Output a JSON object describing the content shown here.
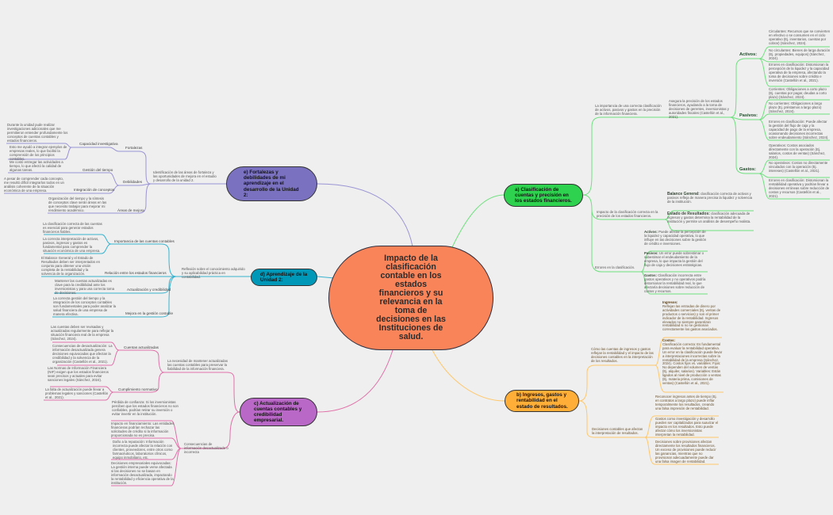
{
  "center": {
    "title": "Impacto de la clasificación contable en los estados financieros y su relevancia en la toma de decisiones en las Instituciones de salud."
  },
  "colors": {
    "center": "#f9845a",
    "a": "#2ed24f",
    "b": "#ffae37",
    "c": "#ba68c8",
    "d": "#0098b8",
    "e": "#7a72c0"
  },
  "a": {
    "title": "a) Clasificación de cuentas y precisión en los estados financieros.",
    "importancia": "La importancia de una correcta clasificación de activos, pasivos y gastos en la precisión de la información financiera.",
    "asegura": "Asegura la precisión de los estados financieros, ayudando a la toma de decisiones de gerentes, inversionistas y autoridades fiscales (Castellón et al., 2021).",
    "activos": {
      "label": "Activos:",
      "items": [
        "Circulantes: Recursos que se convierten en efectivo o se consumen en el ciclo operativo (Ej. inventarios, cuentas por cobrar) (Sánchez, 2024).",
        "No circulantes: Bienes de larga duración (Ej. propiedades, equipos) (Sánchez, 2024).",
        "Errores en clasificación: Distorsionan la percepción de la liquidez y la capacidad operativa de la empresa, afectando la toma de decisiones sobre crédito e inversión (Castellón et al., 2021)."
      ]
    },
    "pasivos": {
      "label": "Pasivos:",
      "items": [
        "Corrientes: Obligaciones a corto plazo (Ej. cuentas por pagar, deudas a corto plazo) (Sánchez, 2024).",
        "No corrientes: Obligaciones a largo plazo (Ej. préstamos a largo plazo) (Sánchez, 2024).",
        "Errores en clasificación: Puede afectar la gestión del flujo de caja y la capacidad de pago de la empresa, ocasionando decisiones incorrectas sobre endeudamiento (Sánchez, 2024)."
      ]
    },
    "gastos": {
      "label": "Gastos:",
      "items": [
        "Operativos: Costos asociados directamente con la operación (Ej. salarios, costos de ventas) (Sánchez, 2024).",
        "No operativos: Costos no directamente vinculados con la operación (Ej. intereses) (Castellón et al., 2021).",
        "Errores en clasificación: Distorsionan la rentabilidad operativa y podrían llevar a decisiones erróneas sobre reducción de costos y recursos (Castellón et al., 2021)."
      ]
    },
    "impacto": {
      "label": "Impacto de la clasificación correcta en la precisión de los estados financieros.",
      "items": [
        {
          "label": "Balance General:",
          "text": " clasificación correcta de activos y pasivos refleja de manera precisa la liquidez y solvencia de la institución."
        },
        {
          "label": "Estado de Resultados:",
          "text": " clasificación adecuada de ingresos y gastos determina la rentabilidad de la institución y permite un análisis de desempeño realista."
        }
      ]
    },
    "errores": {
      "label": "Errores en la clasificación.",
      "items": [
        {
          "label": "Activos:",
          "text": " Puede afectar la percepción de la liquidez y capacidad operativa, lo que influye en las decisiones sobre la gestión de crédito e inversiones."
        },
        {
          "label": "Pasivos:",
          "text": " Un error puede sobrestimar o subestimar el endeudamiento de la empresa, lo que impacta la gestión del flujo de caja y decisiones estratégicas."
        },
        {
          "label": "Gastos:",
          "text": " Clasificación incorrecta entre gastos operativos y no operativos podría distorsionar la rentabilidad real, lo que afectaría decisiones sobre reducción de costos y recursos."
        }
      ]
    }
  },
  "b": {
    "title": "b) Ingresos, gastos y rentabilidad en el estado de resultados.",
    "como": {
      "label": "Cómo las cuentas de ingresos y gastos reflejan la rentabilidad y el impacto de las decisiones contables en la interpretación de los resultados.",
      "ingresos": {
        "label": "Ingresos:",
        "text": "Reflejan las entradas de dinero por actividades comerciales (Ej. ventas de productos o servicios) y son el primer indicador de la rentabilidad. Ingresos elevados no siempre garantizan rentabilidad si no se gestionan correctamente los gastos asociados."
      },
      "costos": {
        "label": "Costos:",
        "text": "Clasificación correcta: Es fundamental para evaluar la rentabilidad operativa. Un error en la clasificación puede llevar a interpretaciones incorrectas sobre la rentabilidad de la empresa (Sánchez, 2024). Costos fijos vs. variables: Fijos: No dependen del volumen de ventas (Ej. alquiler, salarios). Variables: Están ligados al nivel de producción o ventas (Ej. materia prima, comisiones de ventas) (Castellón et al., 2021)."
      }
    },
    "decisiones": {
      "label": "Decisiones contables que afectan la interpretación de resultados.",
      "items": [
        "Reconocer ingresos antes de tiempo (Ej. en contratos a largo plazo) puede inflar temporalmente los resultados, creando una falsa impresión de rentabilidad.",
        "Gastos como investigación y desarrollo pueden ser capitalizados para suavizar el impacto en los resultados. Esto puede afectar cómo los inversionistas interpretan la rentabilidad.",
        "Decisiones sobre provisiones afectan directamente los resultados financieros. Un exceso de provisiones puede reducir las ganancias, mientras que no provisionar adecuadamente puede dar una falsa imagen de rentabilidad."
      ]
    }
  },
  "c": {
    "title": "c) Actualización de cuentas contables y credibilidad empresarial.",
    "necesidad": "La necesidad de mantener actualizadas las cuentas contables para preservar la fiabilidad de la información financiera.",
    "cuentas": {
      "label": "Cuentas actualizadas",
      "items": [
        "Las cuentas deben ser revisadas y actualizadas regularmente para reflejar la situación financiera real de la empresa (Sánchez, 2024).",
        "Consecuencias de desactualización: La información desactualizada genera decisiones equivocadas que afectan la credibilidad y la solvencia de la organización (Castellón et al., 2021)."
      ]
    },
    "cumplimiento": {
      "label": "Cumplimiento normativo",
      "items": [
        "Las Normas de Información Financiera (NIF) exigen que los estados financieros sean precisos y actuales para evitar sanciones legales (Sánchez, 2024).",
        "La falta de actualización puede llevar a problemas legales y sanciones (Castellón et al., 2021)."
      ]
    },
    "consecuencias": {
      "label": "Consecuencias de información desactualizada o incorrecta",
      "items": [
        "Pérdida de confianza: Si los inversionistas perciben que los estados financieros no son confiables, podrían retirar su inversión o evitar invertir en la institución.",
        "Impacto en financiamiento: Las entidades financieras podrían rechazar las solicitudes de crédito si la información proporcionada no es precisa.",
        "Daño a la reputación: Información incorrecta puede afectar la relación con clientes, proveedores, entre otros como farmacéuticos, laboratorios clínicos, equipo inmobiliario, etc.",
        "Decisiones empresariales equivocadas: La gestión interna puede verse afectada si las decisiones no se basan en información desactualizada, impactando la rentabilidad y eficiencia operativa de la institución."
      ]
    }
  },
  "d": {
    "title": "d) Aprendizaje de la Unidad 2:",
    "reflexion": "Reflexión sobre el conocimiento adquirido y su aplicabilidad práctica en contabilidad.",
    "importancia": {
      "label": "Importancia de las cuentas contables",
      "items": [
        "La clasificación correcta de las cuentas es esencial para generar estados financieros fiables.",
        "La correcta interpretación de activos, pasivos, ingresos y gastos es fundamental para comprender la situación económica de una empresa."
      ]
    },
    "relacion": {
      "label": "Relación entre los estados financieros",
      "items": [
        "El Balance General y el Estado de Resultados deben ser interpretados en conjunto para obtener una visión completa de la rentabilidad y la solvencia de la organización."
      ]
    },
    "actualizacion": {
      "label": "Actualización y credibilidad",
      "items": [
        "Mantener las cuentas actualizadas es clave para la credibilidad ante los inversionistas y para una correcta toma de decisiones."
      ]
    },
    "mejora": {
      "label": "Mejora en la gestión contable",
      "items": [
        "La correcta gestión del tiempo y la integración de los conceptos contables son fundamentales para poder analizar la salud financiera de una empresa de manera efectiva."
      ]
    }
  },
  "e": {
    "title": "e) Fortalezas y debilidades de mi aprendizaje en el desarrollo de la Unidad 2:",
    "identificacion": "Identificación de las áreas de fortaleza y las oportunidades de mejora en el estudio y desarrollo de la unidad 2.",
    "fortalezas": {
      "label": "Fortalezas",
      "capacidad": {
        "label": "Capacidad investigativa",
        "items": [
          "Durante la unidad pude realizar investigaciones adicionales que me permitieron entender profundamente los conceptos de cuentas contables y estados financieros.",
          "Esto me ayudó a integrar ejemplos de empresas reales, lo que facilitó la comprensión de los principios contables."
        ]
      }
    },
    "debilidades": {
      "label": "Debilidades",
      "gestion": {
        "label": "Gestión del tiempo",
        "text": "Me costó entregar las actividades a tiempo, lo que afectó la calidad de algunas tareas."
      },
      "integracion": {
        "label": "Integración de conceptos",
        "text": "A pesar de comprender cada concepto, me resultó difícil integrarlos todos en un análisis coherente de la situación económica de una empresa."
      }
    },
    "areas": {
      "label": "Áreas de mejora",
      "text": "Organización del tiempo y la síntesis de conceptos clave serán áreas en las que necesito trabajar para mejorar mi rendimiento académico."
    }
  }
}
